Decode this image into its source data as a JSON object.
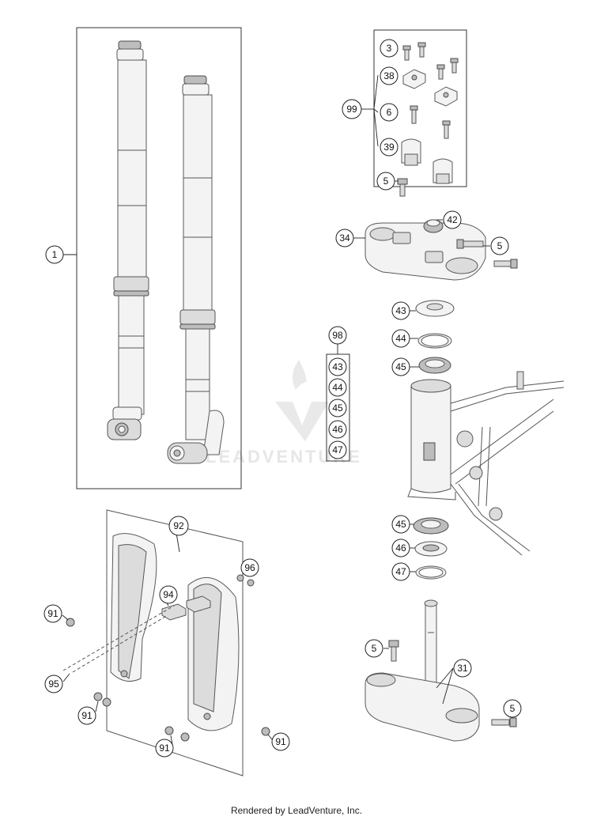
{
  "watermark": {
    "text": "LEADVENTURE"
  },
  "footer": {
    "text": "Rendered by LeadVenture, Inc."
  },
  "callouts": {
    "c1": "1",
    "c3": "3",
    "c38": "38",
    "c99": "99",
    "c6": "6",
    "c39": "39",
    "c5a": "5",
    "c42": "42",
    "c34": "34",
    "c5b": "5",
    "c43a": "43",
    "c44a": "44",
    "c45a": "45",
    "c98": "98",
    "c43b": "43",
    "c44b": "44",
    "c45b": "45",
    "c46b": "46",
    "c47b": "47",
    "c45c": "45",
    "c46c": "46",
    "c47c": "47",
    "c92": "92",
    "c96": "96",
    "c94": "94",
    "c91a": "91",
    "c95": "95",
    "c91b": "91",
    "c91c": "91",
    "c91d": "91",
    "c5c": "5",
    "c31": "31",
    "c5d": "5"
  }
}
